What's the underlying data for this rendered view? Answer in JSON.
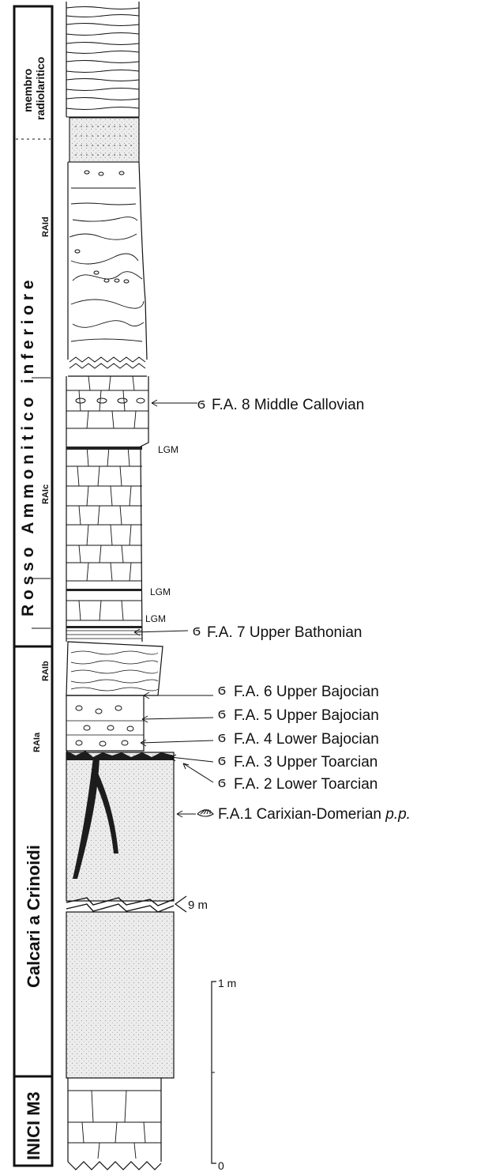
{
  "formation_column": {
    "units": [
      {
        "name": "membro radiolaritico",
        "line1": "membro",
        "line2": "radiolaritico"
      },
      {
        "name": "Rosso Ammonitico inferiore",
        "text_upper": "R o s s o   A m m o n i t i c o   i n f e r i o r e"
      },
      {
        "name": "Calcari a Crinoidi"
      },
      {
        "name": "INICI M3"
      }
    ]
  },
  "subunits": [
    "RAId",
    "RAIc",
    "RAIb",
    "RAIa"
  ],
  "bed_labels": [
    "LGM",
    "LGM",
    "LGM"
  ],
  "fossil_annotations": [
    {
      "text": "F.A. 8 Middle Callovian"
    },
    {
      "text": "F.A. 7 Upper Bathonian"
    },
    {
      "text": "F.A. 6 Upper Bajocian"
    },
    {
      "text": "F.A. 5 Upper Bajocian"
    },
    {
      "text": "F.A. 4 Lower Bajocian"
    },
    {
      "text": "F.A. 3 Upper Toarcian"
    },
    {
      "text": "F.A. 2 Lower Toarcian"
    },
    {
      "text": "F.A.1 Carixian-Domerian ",
      "italic": "p.p."
    }
  ],
  "gap_label": "9 m",
  "scale": {
    "top_label": "1 m",
    "bottom_label": "0"
  },
  "colors": {
    "ink": "#111111",
    "limestone_fill": "#e9e9e9",
    "stylolite": "#1c1c1c"
  }
}
